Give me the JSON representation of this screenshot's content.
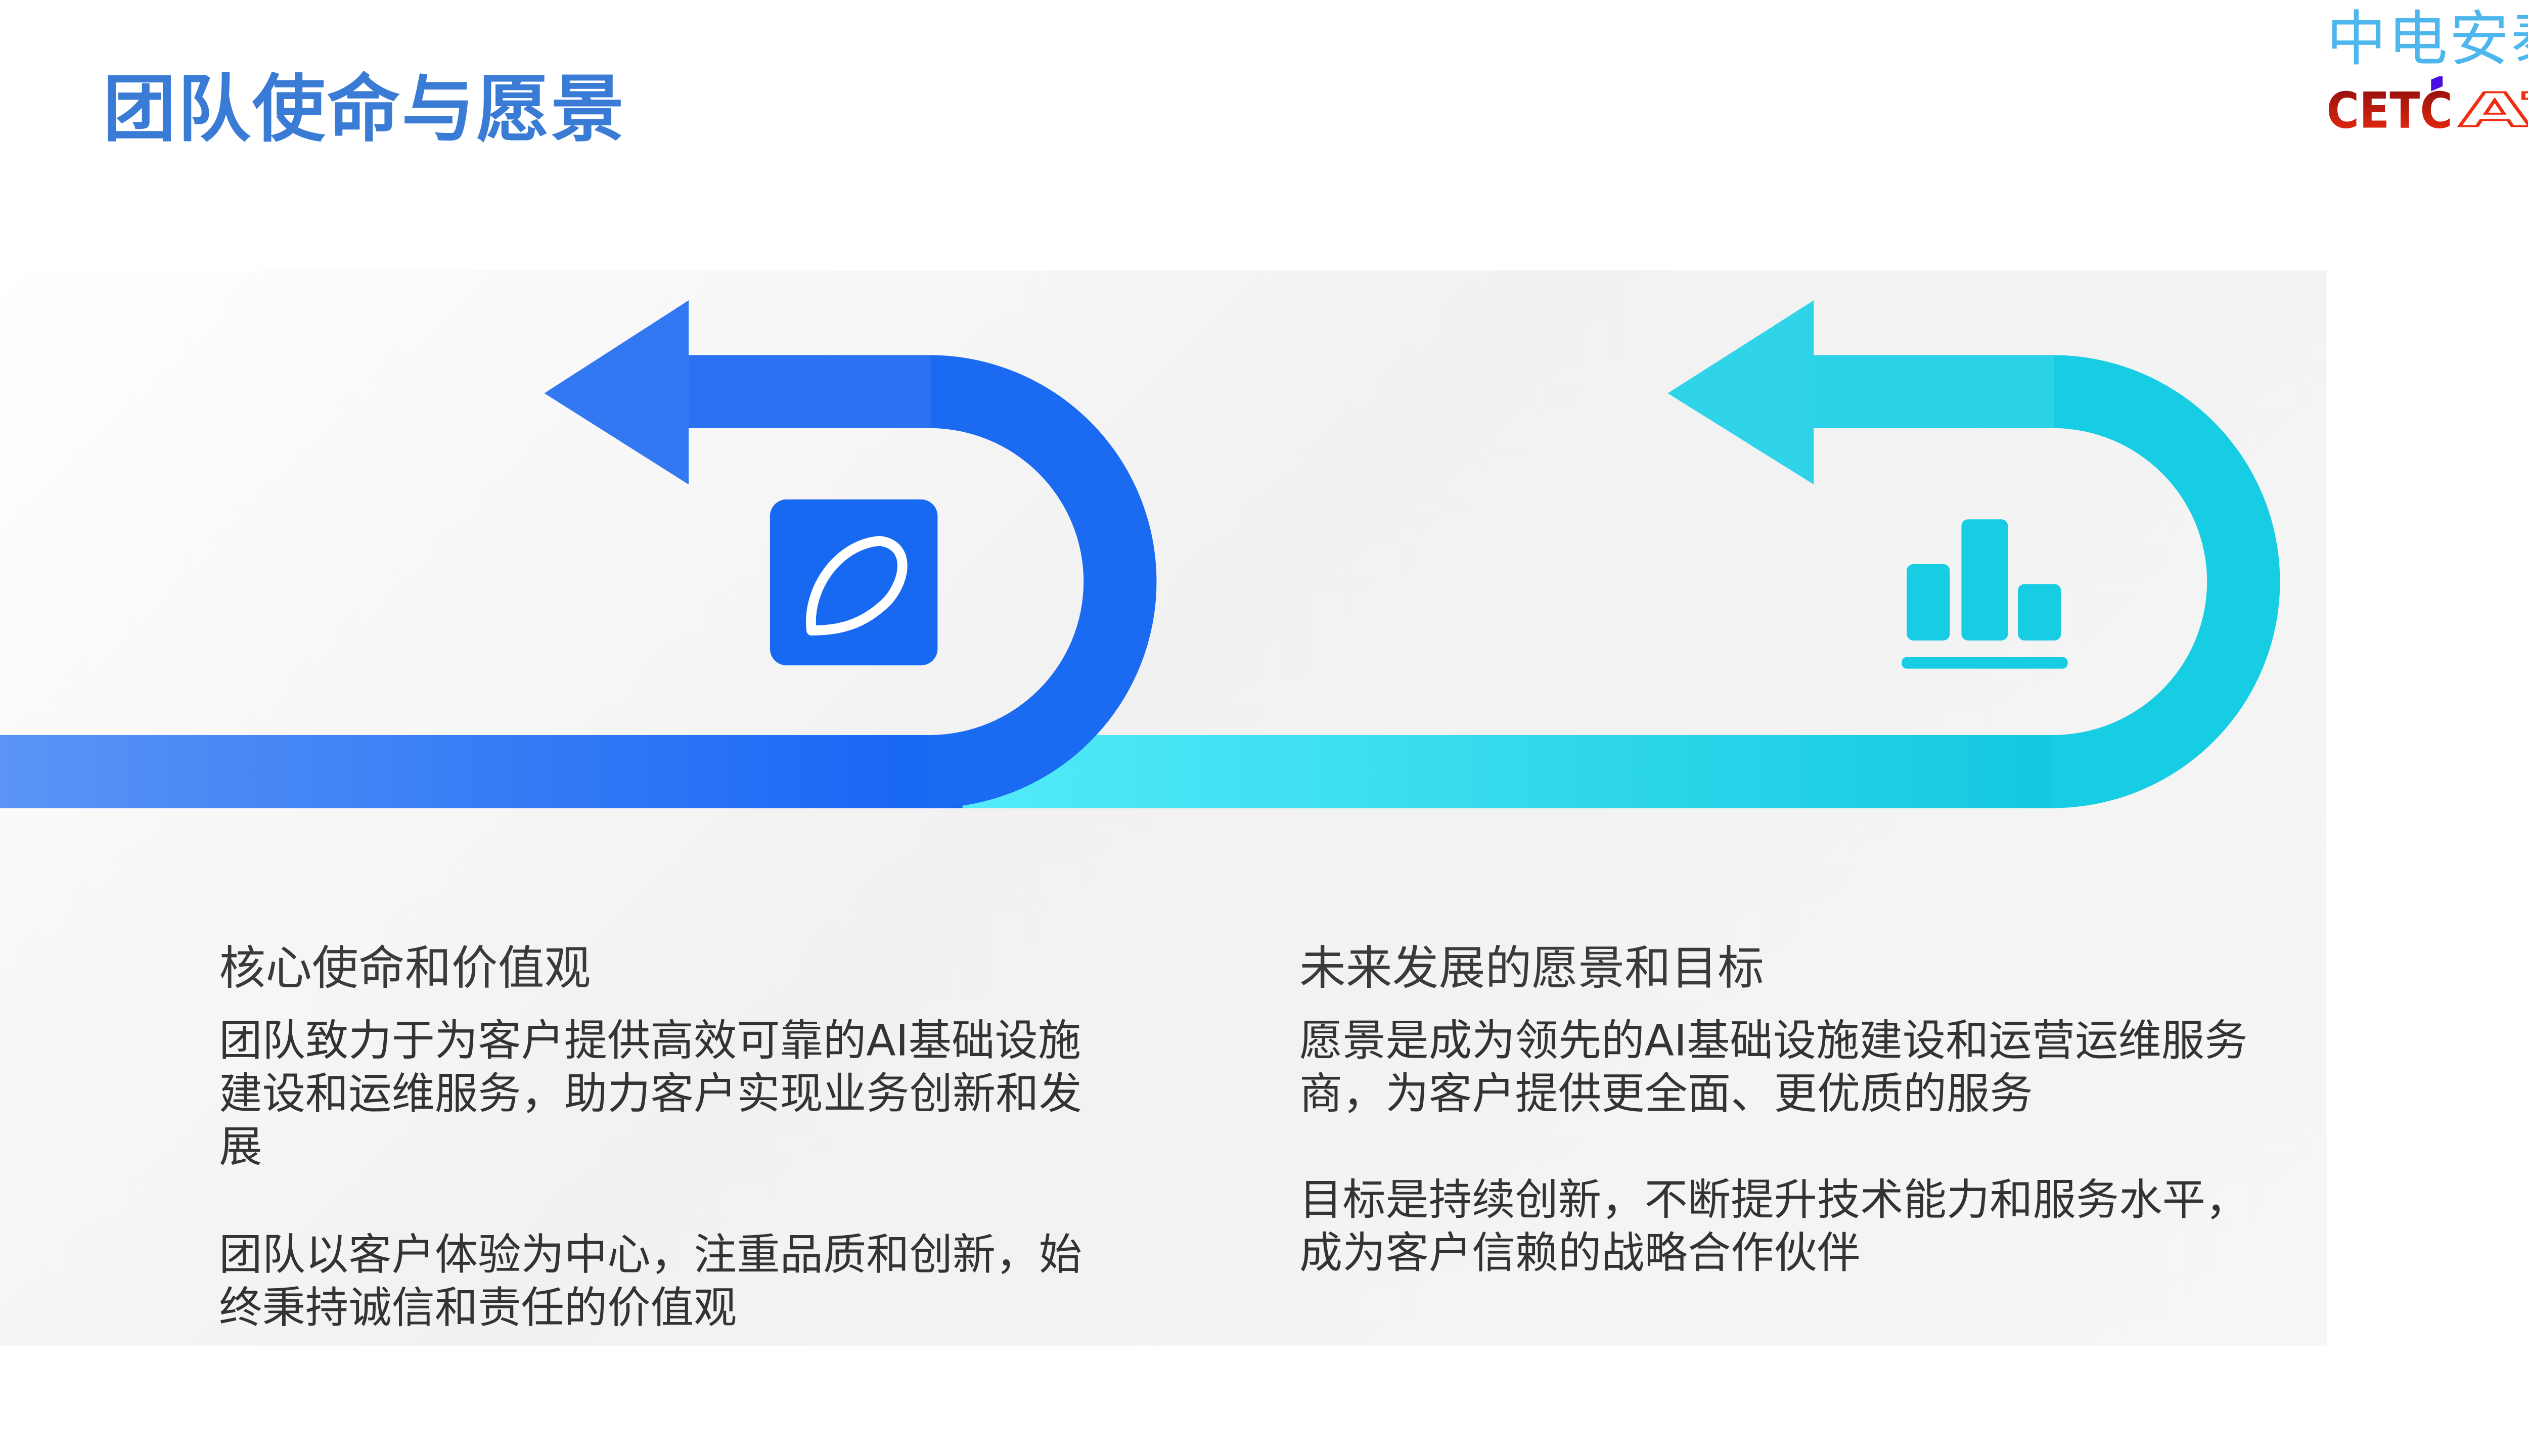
{
  "title": "团队使命与愿景",
  "logo": {
    "cn": "中电安泰",
    "en": "CETCAT"
  },
  "colors": {
    "title": "#3a7bd5",
    "blue": "#1f6ff0",
    "cyan": "#1fd0e8"
  },
  "left": {
    "icon": "pen-icon",
    "heading": "核心使命和价值观",
    "p1": "团队致力于为客户提供高效可靠的AI基础设施建设和运维服务，助力客户实现业务创新和发展",
    "p2": "团队以客户体验为中心，注重品质和创新，始终秉持诚信和责任的价值观"
  },
  "right": {
    "icon": "bar-chart-icon",
    "heading": "未来发展的愿景和目标",
    "p1": "愿景是成为领先的AI基础设施建设和运营运维服务商，为客户提供更全面、更优质的服务",
    "p2": "目标是持续创新，不断提升技术能力和服务水平，成为客户信赖的战略合作伙伴"
  }
}
